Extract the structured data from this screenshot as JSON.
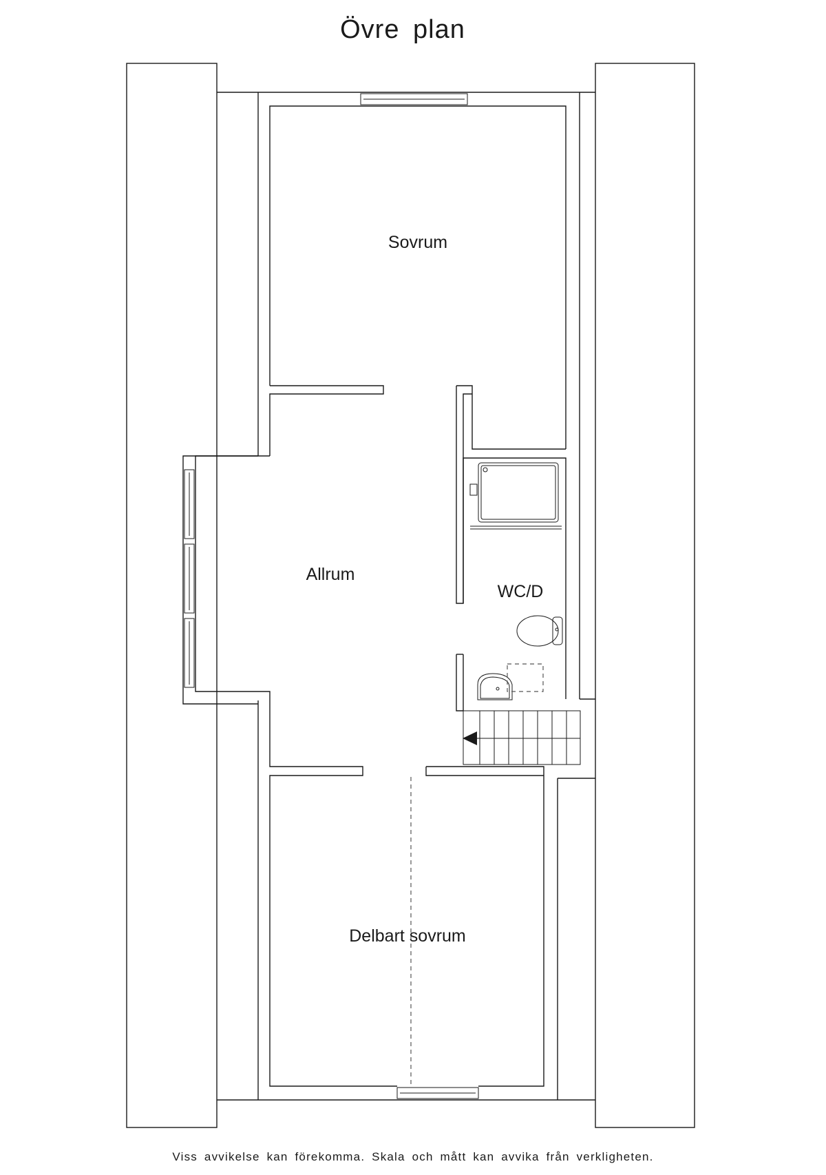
{
  "plan": {
    "title": "Övre plan",
    "disclaimer": "Viss avvikelse kan förekomma. Skala och mått kan avvika från verkligheten."
  },
  "rooms": {
    "sovrum": "Sovrum",
    "allrum": "Allrum",
    "wc": "WC/D",
    "delbart": "Delbart sovrum"
  }
}
